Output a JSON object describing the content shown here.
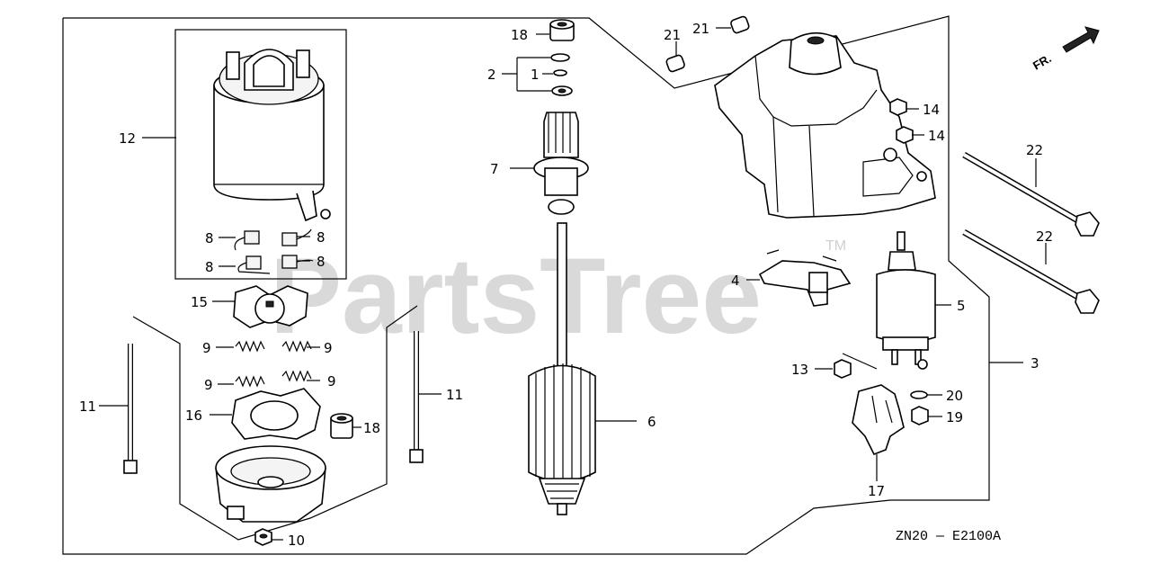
{
  "watermark": {
    "text": "PartsTree",
    "trademark": "TM"
  },
  "direction_marker": {
    "label": "FR.",
    "icon": "front-arrow-icon"
  },
  "diagram_code": "ZN20 — E2100A",
  "callouts": [
    {
      "id": "c18a",
      "label": "18"
    },
    {
      "id": "c2",
      "label": "2"
    },
    {
      "id": "c1",
      "label": "1"
    },
    {
      "id": "c21a",
      "label": "21"
    },
    {
      "id": "c21b",
      "label": "21"
    },
    {
      "id": "c14a",
      "label": "14"
    },
    {
      "id": "c14b",
      "label": "14"
    },
    {
      "id": "c22a",
      "label": "22"
    },
    {
      "id": "c22b",
      "label": "22"
    },
    {
      "id": "c12",
      "label": "12"
    },
    {
      "id": "c7",
      "label": "7"
    },
    {
      "id": "c8a",
      "label": "8"
    },
    {
      "id": "c8b",
      "label": "8"
    },
    {
      "id": "c8c",
      "label": "8"
    },
    {
      "id": "c8d",
      "label": "8"
    },
    {
      "id": "c15",
      "label": "15"
    },
    {
      "id": "c4",
      "label": "4"
    },
    {
      "id": "c5",
      "label": "5"
    },
    {
      "id": "c9a",
      "label": "9"
    },
    {
      "id": "c9b",
      "label": "9"
    },
    {
      "id": "c9c",
      "label": "9"
    },
    {
      "id": "c9d",
      "label": "9"
    },
    {
      "id": "c3",
      "label": "3"
    },
    {
      "id": "c13",
      "label": "13"
    },
    {
      "id": "c11a",
      "label": "11"
    },
    {
      "id": "c11b",
      "label": "11"
    },
    {
      "id": "c20",
      "label": "20"
    },
    {
      "id": "c16",
      "label": "16"
    },
    {
      "id": "c6",
      "label": "6"
    },
    {
      "id": "c19",
      "label": "19"
    },
    {
      "id": "c18b",
      "label": "18"
    },
    {
      "id": "c17",
      "label": "17"
    },
    {
      "id": "c10",
      "label": "10"
    }
  ]
}
